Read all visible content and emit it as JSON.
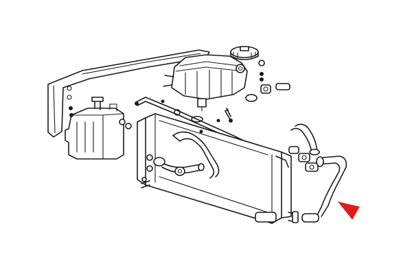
{
  "diagram": {
    "style": "line-drawing",
    "components": [
      "frame-panel",
      "expansion-tank",
      "expansion-tank-cap",
      "reservoir-tank",
      "radiator",
      "upper-hose",
      "lower-hose",
      "overflow-line",
      "clamps",
      "bolts"
    ],
    "pointer": {
      "icon": "arrow-pointer-icon",
      "color": "#e11b1b"
    }
  },
  "colors": {
    "line": "#1a1a1a",
    "background": "#ffffff",
    "accent": "#e11b1b"
  }
}
